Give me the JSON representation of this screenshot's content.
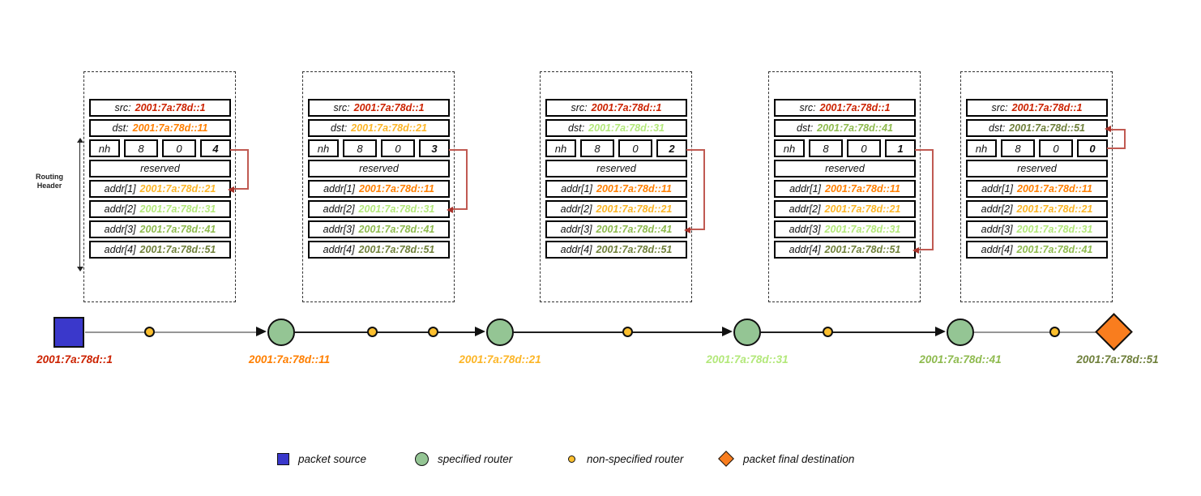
{
  "palette": {
    "src_red": "#cc2200",
    "hop1_orange": "#ff7f00",
    "hop2_amber": "#fcb526",
    "hop3_light_green": "#b3e87a",
    "hop4_medium_green": "#8eba4e",
    "hop5_olive_green": "#6e7f3a",
    "pointer_arrow_red": "#c05a52",
    "source_square_blue": "#3a38cb",
    "specified_router_green": "#94c594",
    "non_specified_router_yellow": "#fcbf2e",
    "destination_diamond_orange": "#f97d1e"
  },
  "routing_header_annotation": {
    "label": "Routing Header"
  },
  "packets": [
    {
      "src_label": "src:",
      "src_value": "2001:7a:78d::1",
      "src_c": "red",
      "dst_label": "dst:",
      "dst_value": "2001:7a:78d::11",
      "dst_c": "orange",
      "nh_label": "nh",
      "hdr_ext_len": "8",
      "routing_type": "0",
      "segments_left": "4",
      "sl_c": "red",
      "reserved_label": "reserved",
      "addrs": [
        {
          "label": "addr[1]",
          "value": "2001:7a:78d::21",
          "c": "amber"
        },
        {
          "label": "addr[2]",
          "value": "2001:7a:78d::31",
          "c": "lgreen"
        },
        {
          "label": "addr[3]",
          "value": "2001:7a:78d::41",
          "c": "mgreen"
        },
        {
          "label": "addr[4]",
          "value": "2001:7a:78d::51",
          "c": "olive"
        }
      ]
    },
    {
      "src_label": "src:",
      "src_value": "2001:7a:78d::1",
      "src_c": "red",
      "dst_label": "dst:",
      "dst_value": "2001:7a:78d::21",
      "dst_c": "amber",
      "nh_label": "nh",
      "hdr_ext_len": "8",
      "routing_type": "0",
      "segments_left": "3",
      "sl_c": "red",
      "reserved_label": "reserved",
      "addrs": [
        {
          "label": "addr[1]",
          "value": "2001:7a:78d::11",
          "c": "orange"
        },
        {
          "label": "addr[2]",
          "value": "2001:7a:78d::31",
          "c": "lgreen"
        },
        {
          "label": "addr[3]",
          "value": "2001:7a:78d::41",
          "c": "mgreen"
        },
        {
          "label": "addr[4]",
          "value": "2001:7a:78d::51",
          "c": "olive"
        }
      ]
    },
    {
      "src_label": "src:",
      "src_value": "2001:7a:78d::1",
      "src_c": "red",
      "dst_label": "dst:",
      "dst_value": "2001:7a:78d::31",
      "dst_c": "lgreen",
      "nh_label": "nh",
      "hdr_ext_len": "8",
      "routing_type": "0",
      "segments_left": "2",
      "sl_c": "red",
      "reserved_label": "reserved",
      "addrs": [
        {
          "label": "addr[1]",
          "value": "2001:7a:78d::11",
          "c": "orange"
        },
        {
          "label": "addr[2]",
          "value": "2001:7a:78d::21",
          "c": "amber"
        },
        {
          "label": "addr[3]",
          "value": "2001:7a:78d::41",
          "c": "mgreen"
        },
        {
          "label": "addr[4]",
          "value": "2001:7a:78d::51",
          "c": "olive"
        }
      ]
    },
    {
      "src_label": "src:",
      "src_value": "2001:7a:78d::1",
      "src_c": "red",
      "dst_label": "dst:",
      "dst_value": "2001:7a:78d::41",
      "dst_c": "mgreen",
      "nh_label": "nh",
      "hdr_ext_len": "8",
      "routing_type": "0",
      "segments_left": "1",
      "sl_c": "red",
      "reserved_label": "reserved",
      "addrs": [
        {
          "label": "addr[1]",
          "value": "2001:7a:78d::11",
          "c": "orange"
        },
        {
          "label": "addr[2]",
          "value": "2001:7a:78d::21",
          "c": "amber"
        },
        {
          "label": "addr[3]",
          "value": "2001:7a:78d::31",
          "c": "lgreen"
        },
        {
          "label": "addr[4]",
          "value": "2001:7a:78d::51",
          "c": "olive"
        }
      ]
    },
    {
      "src_label": "src:",
      "src_value": "2001:7a:78d::1",
      "src_c": "red",
      "dst_label": "dst:",
      "dst_value": "2001:7a:78d::51",
      "dst_c": "olive",
      "nh_label": "nh",
      "hdr_ext_len": "8",
      "routing_type": "0",
      "segments_left": "0",
      "sl_c": "red",
      "reserved_label": "reserved",
      "addrs": [
        {
          "label": "addr[1]",
          "value": "2001:7a:78d::11",
          "c": "orange"
        },
        {
          "label": "addr[2]",
          "value": "2001:7a:78d::21",
          "c": "amber"
        },
        {
          "label": "addr[3]",
          "value": "2001:7a:78d::31",
          "c": "lgreen"
        },
        {
          "label": "addr[4]",
          "value": "2001:7a:78d::41",
          "c": "mgreen"
        }
      ]
    }
  ],
  "path": {
    "nodes": [
      {
        "type": "packet source",
        "label": "2001:7a:78d::1",
        "c": "red"
      },
      {
        "type": "specified router",
        "label": "2001:7a:78d::11",
        "c": "orange"
      },
      {
        "type": "specified router",
        "label": "2001:7a:78d::21",
        "c": "amber"
      },
      {
        "type": "specified router",
        "label": "2001:7a:78d::31",
        "c": "lgreen"
      },
      {
        "type": "specified router",
        "label": "2001:7a:78d::41",
        "c": "mgreen"
      },
      {
        "type": "packet final destination",
        "label": "2001:7a:78d::51",
        "c": "olive"
      }
    ],
    "non_specified_router_count": 6
  },
  "legend": {
    "items": [
      {
        "icon": "blue-square",
        "label": "packet source"
      },
      {
        "icon": "green-circle",
        "label": "specified router"
      },
      {
        "icon": "yellow-dot",
        "label": "non-specified router"
      },
      {
        "icon": "orange-diamond",
        "label": "packet final destination"
      }
    ]
  }
}
